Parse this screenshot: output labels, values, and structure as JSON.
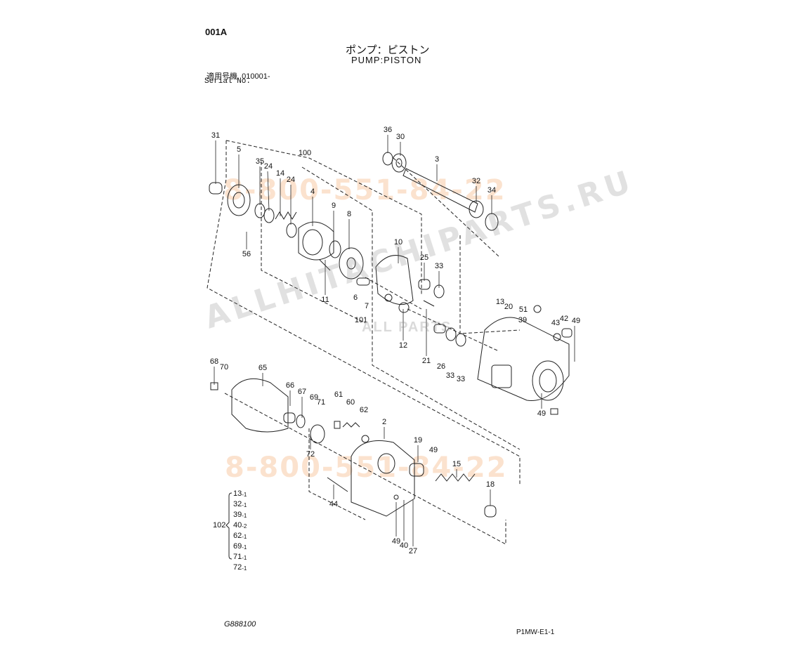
{
  "header": {
    "page_code": "001A",
    "title_jp": "ポンプ：ピストン",
    "title_en": "PUMP:PISTON",
    "serial_label_jp": "適用号機",
    "serial_value": "010001-",
    "serial_label_en": "Serial No."
  },
  "kit": {
    "number": "102",
    "items": [
      {
        "part": "13",
        "qty": "-1"
      },
      {
        "part": "32",
        "qty": "-1"
      },
      {
        "part": "39",
        "qty": "-1"
      },
      {
        "part": "40",
        "qty": "-2"
      },
      {
        "part": "62",
        "qty": "-1"
      },
      {
        "part": "69",
        "qty": "-1"
      },
      {
        "part": "71",
        "qty": "-1"
      },
      {
        "part": "72",
        "qty": "-1"
      }
    ]
  },
  "callouts": [
    "31",
    "5",
    "35",
    "24",
    "14",
    "24",
    "100",
    "4",
    "9",
    "8",
    "56",
    "11",
    "6",
    "7",
    "101",
    "10",
    "25",
    "33",
    "12",
    "21",
    "26",
    "33",
    "33",
    "36",
    "30",
    "3",
    "32",
    "34",
    "13",
    "20",
    "51",
    "39",
    "43",
    "42",
    "49",
    "49",
    "68",
    "70",
    "65",
    "66",
    "67",
    "69",
    "71",
    "61",
    "60",
    "62",
    "2",
    "19",
    "49",
    "15",
    "18",
    "72",
    "44",
    "49",
    "40",
    "27"
  ],
  "footer": {
    "drawing_no": "G888100",
    "sheet_id": "P1MW-E1-1"
  },
  "watermarks": {
    "phone": "8-800-551-84-22",
    "site": "ALLHITACHIPARTS.RU",
    "logo": "ALL PARTS"
  }
}
